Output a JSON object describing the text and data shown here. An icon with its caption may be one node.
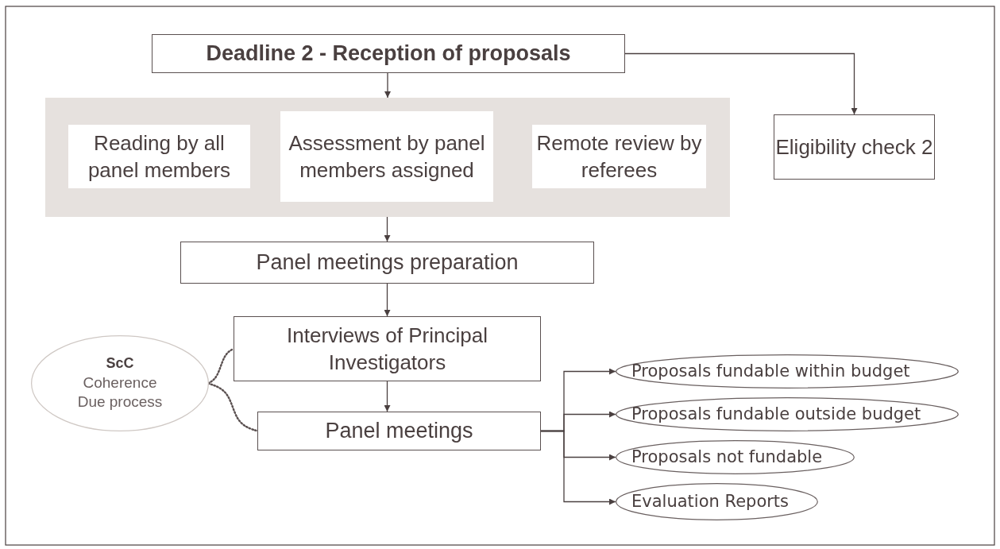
{
  "diagram": {
    "nodes": [
      {
        "text": [
          "Deadline 2 - Reception of proposals"
        ]
      },
      {
        "text": [],
        "shape": "box"
      },
      {
        "text": [
          "Reading by all panel members"
        ],
        "in": 1
      },
      {
        "text": [
          "Assessment by panel members assigned"
        ],
        "in": 1
      },
      {
        "text": [
          "Remote review by referees"
        ],
        "in": 1
      },
      {
        "text": [
          "Eligibility check 2"
        ]
      },
      {
        "text": [
          "Panel meetings preparation"
        ]
      },
      {
        "text": [
          "Interviews of Principal Investigators"
        ]
      },
      {
        "text": [
          "Panel meetings"
        ]
      },
      {
        "text": [
          "ScC",
          "Coherence",
          "Due process"
        ]
      },
      {
        "text": [
          "Proposals fundable within budget"
        ]
      },
      {
        "text": [
          "Proposals fundable outside budget"
        ]
      },
      {
        "text": [
          "Proposals not fundable"
        ]
      },
      {
        "text": [
          "Evaluation Reports"
        ]
      }
    ],
    "edges": [
      {
        "from": 0,
        "to": 1,
        "arrow": "to"
      },
      {
        "from": 0,
        "to": 5,
        "arrow": "to"
      },
      {
        "from": 1,
        "to": 6,
        "arrow": "to"
      },
      {
        "from": 6,
        "to": 7,
        "arrow": "to"
      },
      {
        "from": 7,
        "to": 8,
        "arrow": "to"
      },
      {
        "from": 9,
        "to": 7,
        "arrow": "none",
        "style": "dashed"
      },
      {
        "from": 9,
        "to": 8,
        "arrow": "none",
        "style": "dashed"
      },
      {
        "from": 8,
        "to": 10,
        "arrow": "to"
      },
      {
        "from": 8,
        "to": 11,
        "arrow": "to"
      },
      {
        "from": 8,
        "to": 12,
        "arrow": "to"
      },
      {
        "from": 8,
        "to": 13,
        "arrow": "to"
      }
    ]
  }
}
